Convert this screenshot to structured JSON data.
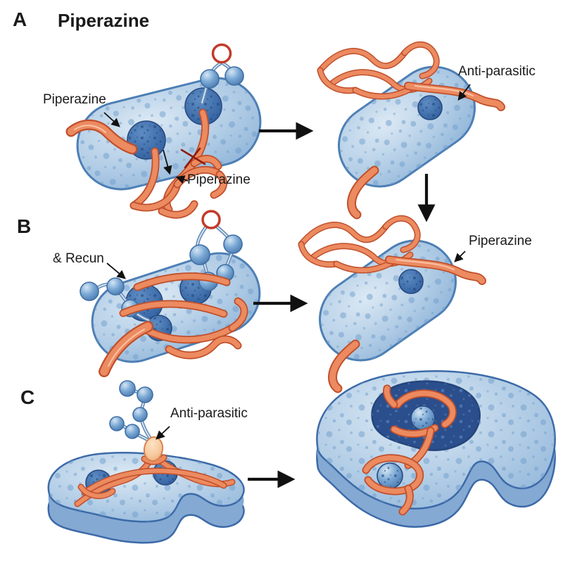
{
  "figure_title": "Piperazine",
  "panels": {
    "a": {
      "letter": "A",
      "title": "Piperazine",
      "cell_label": "Piperazine",
      "parasite_label": "Piperazine",
      "result_label": "Anti-parasitic"
    },
    "b": {
      "letter": "B",
      "receptor_label": "& Recun",
      "result_label": "Piperazine"
    },
    "c": {
      "letter": "C",
      "drug_label": "Anti-parasitic"
    }
  },
  "icons": {
    "process_arrows": [
      "arrow-a-right",
      "arrow-a-to-b-down",
      "arrow-b-right",
      "arrow-c-right"
    ],
    "annotation_arrows": [
      "piperazine-cell-pointer",
      "piperazine-parasite-pointer",
      "anti-parasitic-pointer-a",
      "recun-pointer",
      "piperazine-pointer-b",
      "anti-parasitic-pointer-c"
    ],
    "blocked_mark": "red-x-icon"
  },
  "colors": {
    "background": "#ffffff",
    "text": "#1a1a1a",
    "cell_fill": "#b2cde6",
    "cell_outline": "#4d7fb5",
    "cell_spots": "#6f9dcb",
    "nucleus": "#2e5d9e",
    "parasite_fill": "#ec8a60",
    "parasite_outline": "#bf4f2b",
    "receptor_ring": "#c23b2a",
    "receptor_sphere": "#7aa8d4",
    "drug_oval": "#f6c79c",
    "crater": "#2b4f8c",
    "arrow": "#111111"
  }
}
